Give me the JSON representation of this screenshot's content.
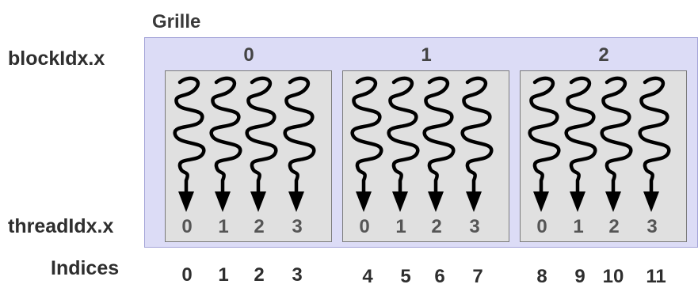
{
  "grid_title": "Grille",
  "labels": {
    "block_idx": "blockIdx.x",
    "thread_idx": "threadIdx.x",
    "indices": "Indices"
  },
  "blocks": [
    {
      "label": "0",
      "threads": [
        "0",
        "1",
        "2",
        "3"
      ]
    },
    {
      "label": "1",
      "threads": [
        "0",
        "1",
        "2",
        "3"
      ]
    },
    {
      "label": "2",
      "threads": [
        "0",
        "1",
        "2",
        "3"
      ]
    }
  ],
  "indices": [
    "0",
    "1",
    "2",
    "3",
    "4",
    "5",
    "6",
    "7",
    "8",
    "9",
    "10",
    "11"
  ]
}
